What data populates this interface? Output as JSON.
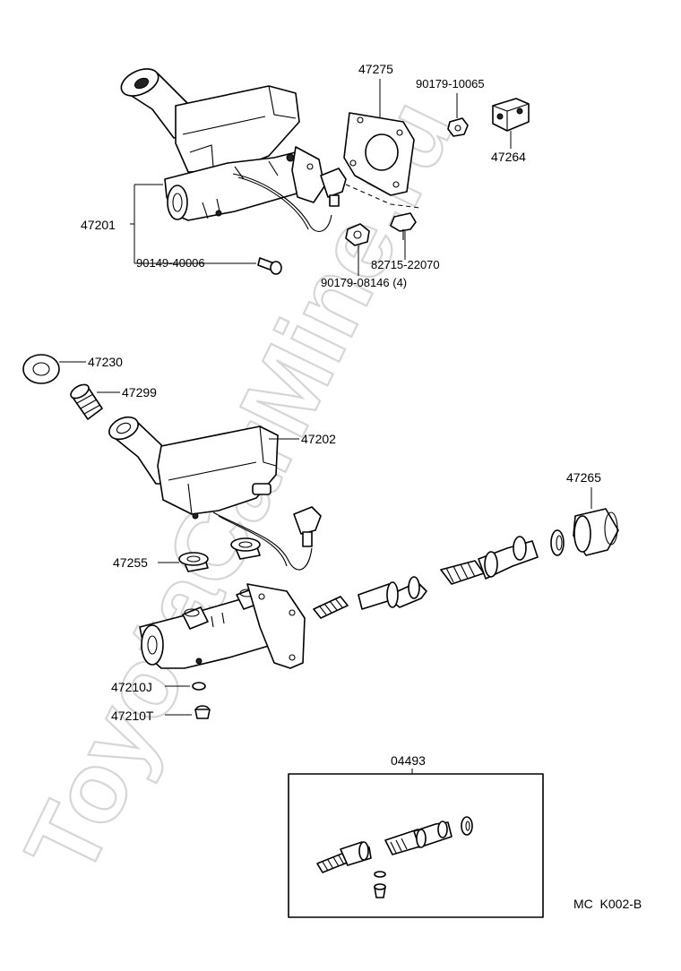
{
  "diagram": {
    "watermark": "ToyotaCarMine.ru",
    "code": "MC  K002-B",
    "labels": {
      "p47275": "47275",
      "p90179_10065": "90179-10065",
      "p47264": "47264",
      "p47201": "47201",
      "p90149_40006": "90149-40006",
      "p82715_22070": "82715-22070",
      "p90179_08146": "90179-08146 (4)",
      "p47230": "47230",
      "p47299": "47299",
      "p47202": "47202",
      "p47265": "47265",
      "p47255": "47255",
      "p47210J": "47210J",
      "p47210T": "47210T",
      "p04493": "04493"
    }
  }
}
